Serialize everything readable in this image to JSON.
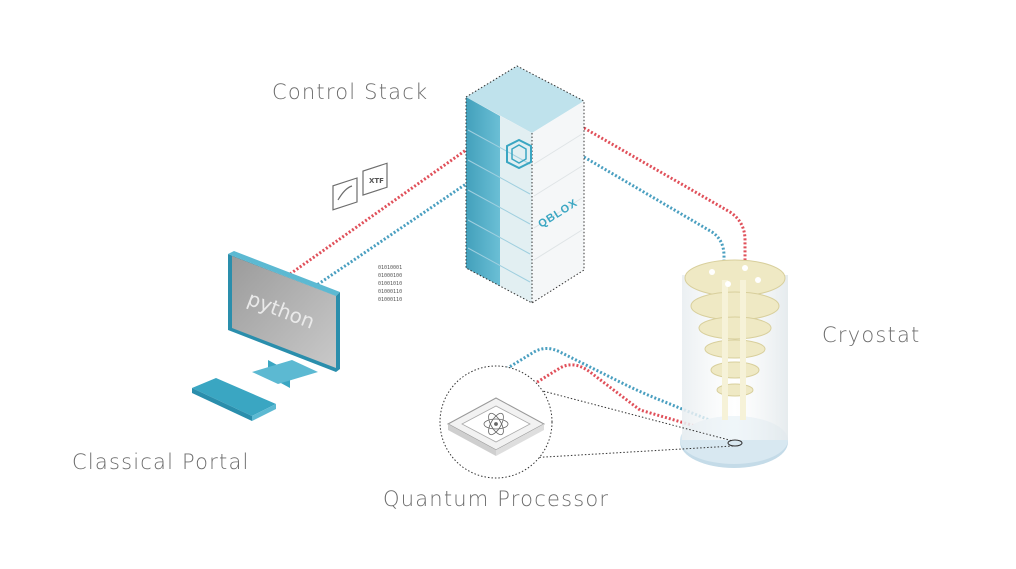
{
  "labels": {
    "control_stack": "Control Stack",
    "classical_portal": "Classical Portal",
    "quantum_processor": "Quantum Processor",
    "cryostat": "Cryostat"
  },
  "monitor_text": "python",
  "rack_brand": "QBLOX",
  "instrument_icon_text": "XTF",
  "binary_lines": [
    "01010001",
    "01000100",
    "01001010",
    "01000110",
    "01000110"
  ],
  "colors": {
    "accent_blue": "#3aa6c2",
    "signal_red": "#e0505a",
    "signal_blue": "#4a9fc0",
    "cryo_plate": "#efe9c4",
    "label_text": "#6c6c6c"
  }
}
